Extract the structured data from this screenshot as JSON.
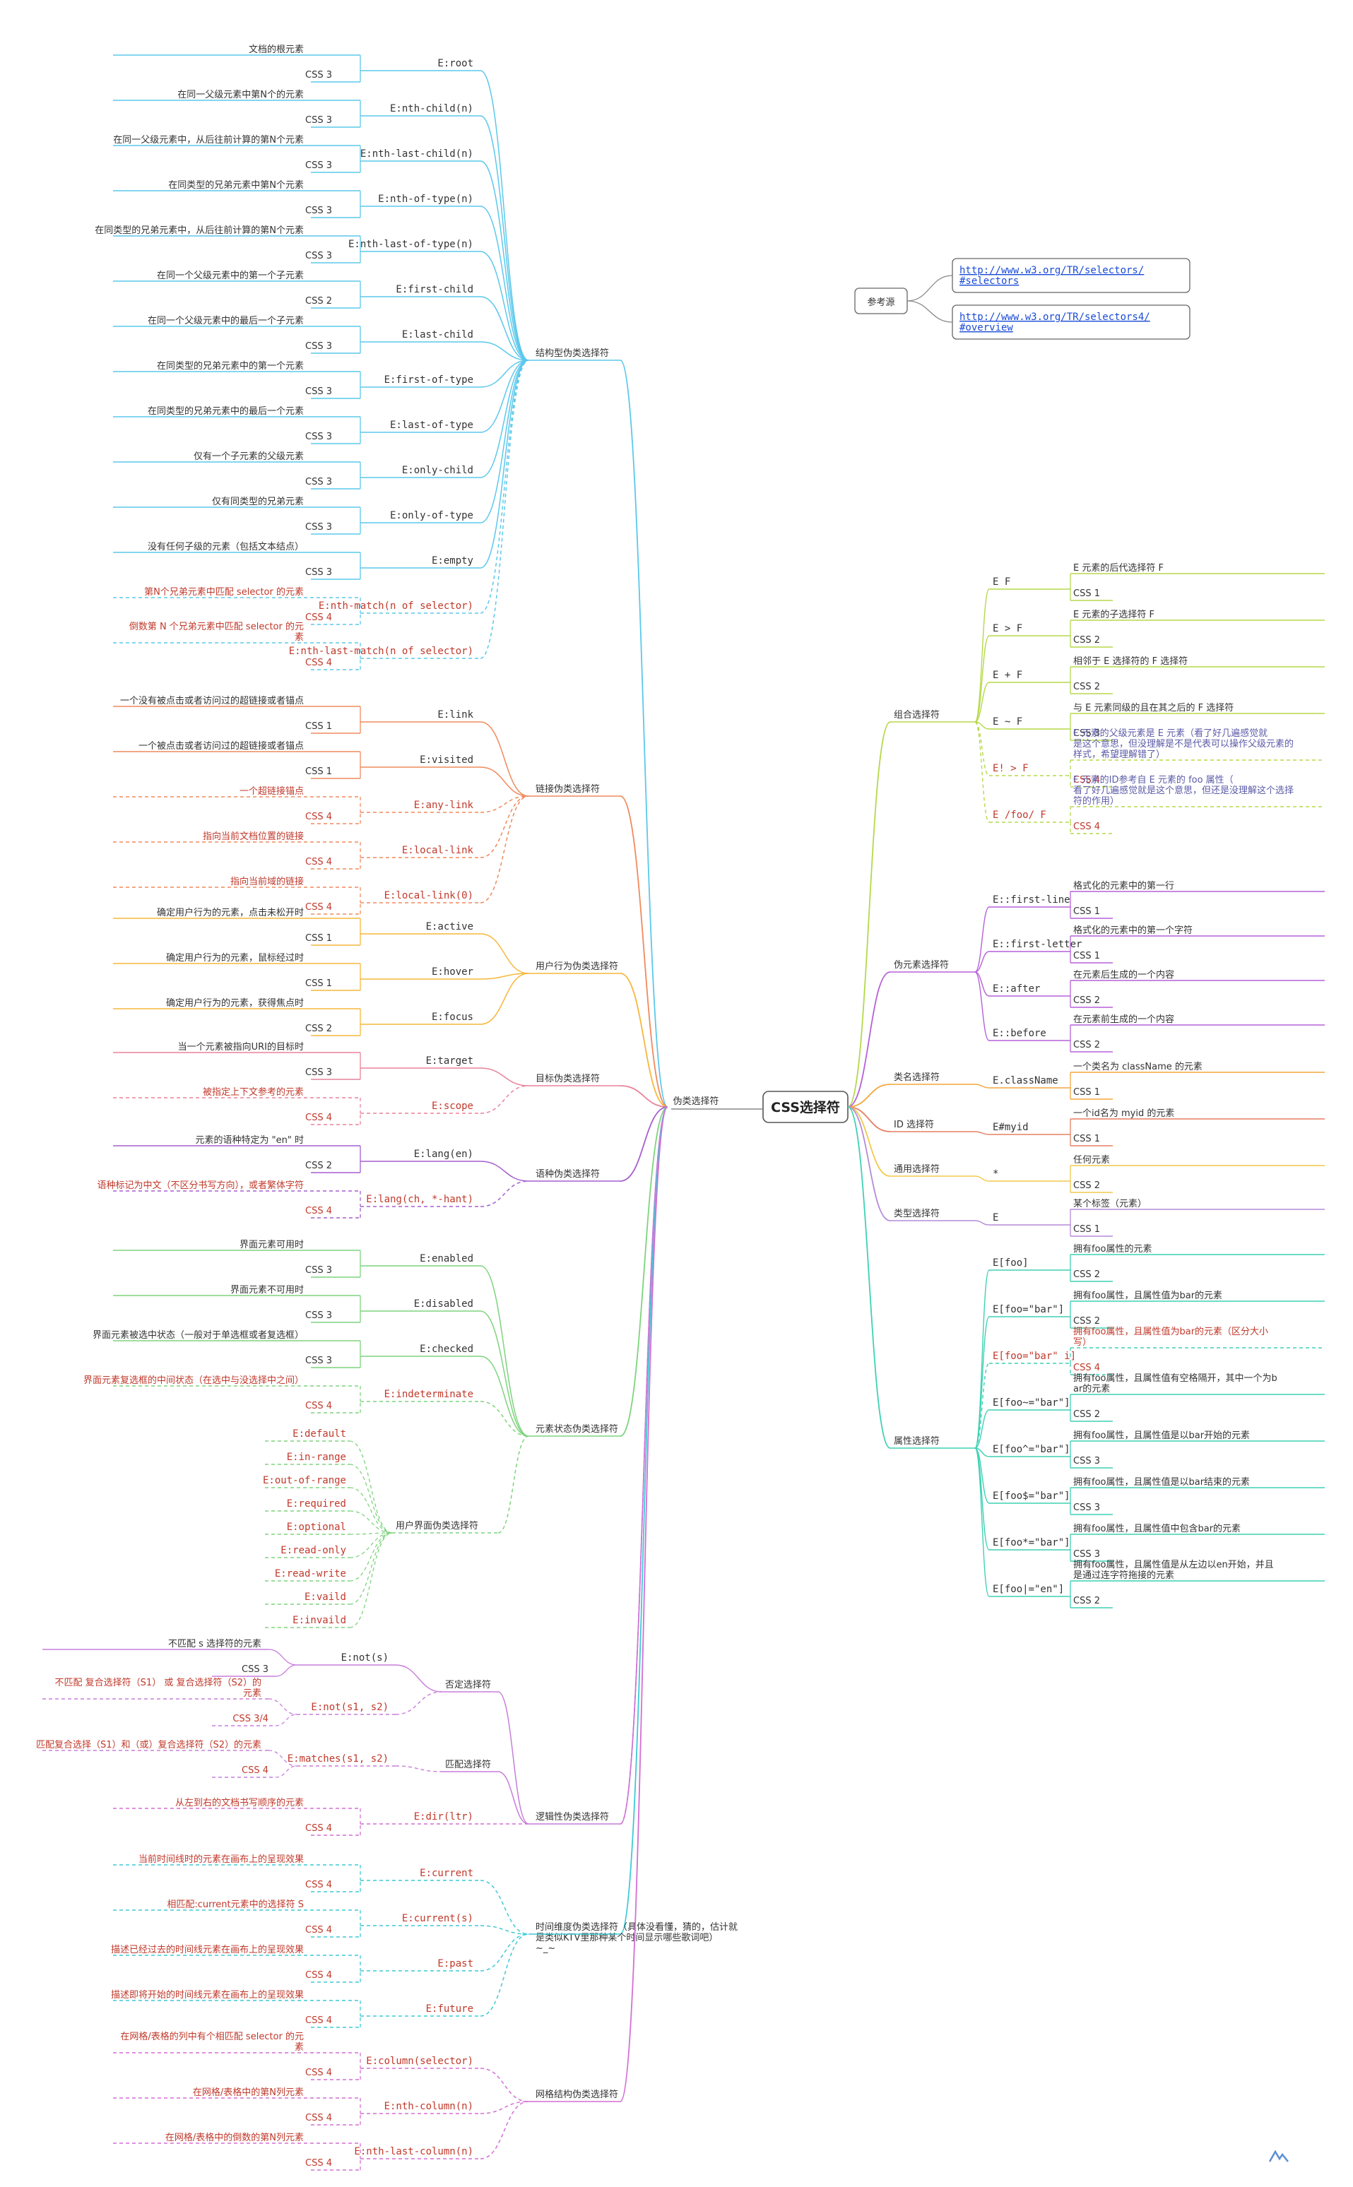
{
  "root": "CSS选择符",
  "pseudo": "伪类选择符",
  "reference": {
    "label": "参考源",
    "links": [
      "http://www.w3.org/TR/selectors/#selectors",
      "http://www.w3.org/TR/selectors4/#overview"
    ]
  },
  "left_groups": [
    {
      "label": "结构型伪类选择符",
      "color": "#5bc8ec",
      "items": [
        {
          "sel": "E:root",
          "desc": "文档的根元素",
          "ver": "CSS 3"
        },
        {
          "sel": "E:nth-child(n)",
          "desc": "在同一父级元素中第N个的元素",
          "ver": "CSS 3"
        },
        {
          "sel": "E:nth-last-child(n)",
          "desc": "在同一父级元素中，从后往前计算的第N个元素",
          "ver": "CSS 3"
        },
        {
          "sel": "E:nth-of-type(n)",
          "desc": "在同类型的兄弟元素中第N个元素",
          "ver": "CSS 3"
        },
        {
          "sel": "E:nth-last-of-type(n)",
          "desc": "在同类型的兄弟元素中，从后往前计算的第N个元素",
          "ver": "CSS 3"
        },
        {
          "sel": "E:first-child",
          "desc": "在同一个父级元素中的第一个子元素",
          "ver": "CSS 2"
        },
        {
          "sel": "E:last-child",
          "desc": "在同一个父级元素中的最后一个子元素",
          "ver": "CSS 3"
        },
        {
          "sel": "E:first-of-type",
          "desc": "在同类型的兄弟元素中的第一个元素",
          "ver": "CSS 3"
        },
        {
          "sel": "E:last-of-type",
          "desc": "在同类型的兄弟元素中的最后一个元素",
          "ver": "CSS 3"
        },
        {
          "sel": "E:only-child",
          "desc": "仅有一个子元素的父级元素",
          "ver": "CSS 3"
        },
        {
          "sel": "E:only-of-type",
          "desc": "仅有同类型的兄弟元素",
          "ver": "CSS 3"
        },
        {
          "sel": "E:empty",
          "desc": "没有任何子级的元素（包括文本结点）",
          "ver": "CSS 3"
        },
        {
          "sel": "E:nth-match(n of selector)",
          "desc": "第N个兄弟元素中匹配 selector 的元素",
          "ver": "CSS 4",
          "new": true
        },
        {
          "sel": "E:nth-last-match(n of selector)",
          "desc": "倒数第 N 个兄弟元素中匹配 selector 的元素",
          "ver": "CSS 4",
          "new": true
        }
      ]
    },
    {
      "label": "链接伪类选择符",
      "color": "#f08a5d",
      "items": [
        {
          "sel": "E:link",
          "desc": "一个没有被点击或者访问过的超链接或者锚点",
          "ver": "CSS 1"
        },
        {
          "sel": "E:visited",
          "desc": "一个被点击或者访问过的超链接或者锚点",
          "ver": "CSS 1"
        },
        {
          "sel": "E:any-link",
          "desc": "一个超链接锚点",
          "ver": "CSS 4",
          "new": true
        },
        {
          "sel": "E:local-link",
          "desc": "指向当前文档位置的链接",
          "ver": "CSS 4",
          "new": true
        },
        {
          "sel": "E:local-link(0)",
          "desc": "指向当前域的链接",
          "ver": "CSS 4",
          "new": true
        }
      ]
    },
    {
      "label": "用户行为伪类选择符",
      "color": "#f6b73c",
      "items": [
        {
          "sel": "E:active",
          "desc": "确定用户行为的元素，点击未松开时",
          "ver": "CSS 1"
        },
        {
          "sel": "E:hover",
          "desc": "确定用户行为的元素，鼠标经过时",
          "ver": "CSS 1"
        },
        {
          "sel": "E:focus",
          "desc": "确定用户行为的元素，获得焦点时",
          "ver": "CSS 2"
        }
      ]
    },
    {
      "label": "目标伪类选择符",
      "color": "#e9829a",
      "items": [
        {
          "sel": "E:target",
          "desc": "当一个元素被指向URI的目标时",
          "ver": "CSS 3"
        },
        {
          "sel": "E:scope",
          "desc": "被指定上下文参考的元素",
          "ver": "CSS 4",
          "new": true
        }
      ]
    },
    {
      "label": "语种伪类选择符",
      "color": "#a55fcf",
      "items": [
        {
          "sel": "E:lang(en)",
          "desc": "元素的语种特定为 \"en\" 时",
          "ver": "CSS 2"
        },
        {
          "sel": "E:lang(ch, *-hant)",
          "desc": "语种标记为中文（不区分书写方向），或者繁体字符",
          "ver": "CSS 4",
          "new": true
        }
      ]
    },
    {
      "label": "元素状态伪类选择符",
      "color": "#7ed37e",
      "items": [
        {
          "sel": "E:enabled",
          "desc": "界面元素可用时",
          "ver": "CSS 3"
        },
        {
          "sel": "E:disabled",
          "desc": "界面元素不可用时",
          "ver": "CSS 3"
        },
        {
          "sel": "E:checked",
          "desc": "界面元素被选中状态（一般对于单选框或者复选框）",
          "ver": "CSS 3"
        },
        {
          "sel": "E:indeterminate",
          "desc": "界面元素复选框的中间状态（在选中与没选择中之间）",
          "ver": "CSS 4",
          "new": true
        }
      ],
      "sub": {
        "label": "用户界面伪类选择符",
        "items": [
          "E:default",
          "E:in-range",
          "E:out-of-range",
          "E:required",
          "E:optional",
          "E:read-only",
          "E:read-write",
          "E:vaild",
          "E:invaild"
        ]
      }
    },
    {
      "label": "逻辑性伪类选择符",
      "color": "#c77ddb",
      "items": [],
      "subs": [
        {
          "label": "否定选择符",
          "items": [
            {
              "sel": "E:not(s)",
              "desc": "不匹配 s 选择符的元素",
              "ver": "CSS 3"
            },
            {
              "sel": "E:not(s1, s2)",
              "desc": "不匹配 复合选择符（S1） 或 复合选择符（S2）的元素",
              "ver": "CSS 3/4",
              "new": true
            }
          ]
        },
        {
          "label": "匹配选择符",
          "items": [
            {
              "sel": "E:matches(s1, s2)",
              "desc": "匹配复合选择（S1）和（或）复合选择符（S2）的元素",
              "ver": "CSS 4",
              "new": true
            }
          ]
        }
      ]
    },
    {
      "label": "",
      "color": "#d46fd4",
      "items": [
        {
          "sel": "E:dir(ltr)",
          "desc": "从左到右的文档书写顺序的元素",
          "ver": "CSS 4",
          "new": true
        }
      ]
    },
    {
      "label": "时间维度伪类选择符（具体没看懂，猜的，估计就是类似KTV里那种某个时间显示哪些歌词吧） ~_~",
      "color": "#3ec9d6",
      "items": [
        {
          "sel": "E:current",
          "desc": "当前时间线时的元素在画布上的呈现效果",
          "ver": "CSS 4",
          "new": true
        },
        {
          "sel": "E:current(s)",
          "desc": "相匹配:current元素中的选择符 S",
          "ver": "CSS 4",
          "new": true
        },
        {
          "sel": "E:past",
          "desc": "描述已经过去的时间线元素在画布上的呈现效果",
          "ver": "CSS 4",
          "new": true
        },
        {
          "sel": "E:future",
          "desc": "描述即将开始的时间线元素在画布上的呈现效果",
          "ver": "CSS 4",
          "new": true
        }
      ]
    },
    {
      "label": "网格结构伪类选择符",
      "color": "#d46fd4",
      "items": [
        {
          "sel": "E:column(selector)",
          "desc": "在网格/表格的列中有个相匹配 selector 的元素",
          "ver": "CSS 4",
          "new": true
        },
        {
          "sel": "E:nth-column(n)",
          "desc": "在网格/表格中的第N列元素",
          "ver": "CSS 4",
          "new": true
        },
        {
          "sel": "E:nth-last-column(n)",
          "desc": "在网格/表格中的倒数的第N列元素",
          "ver": "CSS 4",
          "new": true
        }
      ]
    }
  ],
  "right_groups": [
    {
      "label": "组合选择符",
      "color": "#b5d84a",
      "items": [
        {
          "sel": "E F",
          "desc": "E 元素的后代选择符 F",
          "ver": "CSS 1"
        },
        {
          "sel": "E > F",
          "desc": "E 元素的子选择符 F",
          "ver": "CSS 2"
        },
        {
          "sel": "E + F",
          "desc": "相邻于 E 选择符的 F 选择符",
          "ver": "CSS 2"
        },
        {
          "sel": "E ~ F",
          "desc": "与 E 元素同级的且在其之后的 F 选择符",
          "ver": "CSS 3"
        },
        {
          "sel": "E! > F",
          "desc": "F 元素的父级元素是 E 元素（看了好几遍感觉就是这个意思，但没理解是不是代表可以操作父级元素的样式，希望理解错了）",
          "ver": "CSS 4",
          "new": true
        },
        {
          "sel": "E /foo/ F",
          "desc": "F 元素的ID参考自 E 元素的 foo 属性（看了好几遍感觉就是这个意思，但还是没理解这个选择符的作用）",
          "ver": "CSS 4",
          "new": true
        }
      ]
    },
    {
      "label": "伪元素选择符",
      "color": "#b561d9",
      "items": [
        {
          "sel": "E::first-line",
          "desc": "格式化的元素中的第一行",
          "ver": "CSS 1"
        },
        {
          "sel": "E::first-letter",
          "desc": "格式化的元素中的第一个字符",
          "ver": "CSS 1"
        },
        {
          "sel": "E::after",
          "desc": "在元素后生成的一个内容",
          "ver": "CSS 2"
        },
        {
          "sel": "E::before",
          "desc": "在元素前生成的一个内容",
          "ver": "CSS 2"
        }
      ]
    },
    {
      "label": "类名选择符",
      "color": "#f4a63c",
      "items": [
        {
          "sel": "E.className",
          "desc": "一个类名为 className 的元素",
          "ver": "CSS 1"
        }
      ]
    },
    {
      "label": "ID 选择符",
      "color": "#e57f62",
      "items": [
        {
          "sel": "E#myid",
          "desc": "一个id名为 myid 的元素",
          "ver": "CSS 1"
        }
      ]
    },
    {
      "label": "通用选择符",
      "color": "#f2c84b",
      "items": [
        {
          "sel": "*",
          "desc": "任何元素",
          "ver": "CSS 2"
        }
      ]
    },
    {
      "label": "类型选择符",
      "color": "#b58ad9",
      "items": [
        {
          "sel": "E",
          "desc": "某个标签（元素）",
          "ver": "CSS 1"
        }
      ]
    },
    {
      "label": "属性选择符",
      "color": "#3ed1b4",
      "items": [
        {
          "sel": "E[foo]",
          "desc": "拥有foo属性的元素",
          "ver": "CSS 2"
        },
        {
          "sel": "E[foo=\"bar\"]",
          "desc": "拥有foo属性，且属性值为bar的元素",
          "ver": "CSS 2"
        },
        {
          "sel": "E[foo=\"bar\" i]",
          "desc": "拥有foo属性，且属性值为bar的元素（区分大小写）",
          "ver": "CSS 4",
          "new": true
        },
        {
          "sel": "E[foo~=\"bar\"]",
          "desc": "拥有foo属性，且属性值有空格隔开，其中一个为bar的元素",
          "ver": "CSS 2"
        },
        {
          "sel": "E[foo^=\"bar\"]",
          "desc": "拥有foo属性，且属性值是以bar开始的元素",
          "ver": "CSS 3"
        },
        {
          "sel": "E[foo$=\"bar\"]",
          "desc": "拥有foo属性，且属性值是以bar结束的元素",
          "ver": "CSS 3"
        },
        {
          "sel": "E[foo*=\"bar\"]",
          "desc": "拥有foo属性，且属性值中包含bar的元素",
          "ver": "CSS 3"
        },
        {
          "sel": "E[foo|=\"en\"]",
          "desc": "拥有foo属性，且属性值是从左边以en开始，并且是通过连字符拖接的元素",
          "ver": "CSS 2"
        }
      ]
    }
  ]
}
